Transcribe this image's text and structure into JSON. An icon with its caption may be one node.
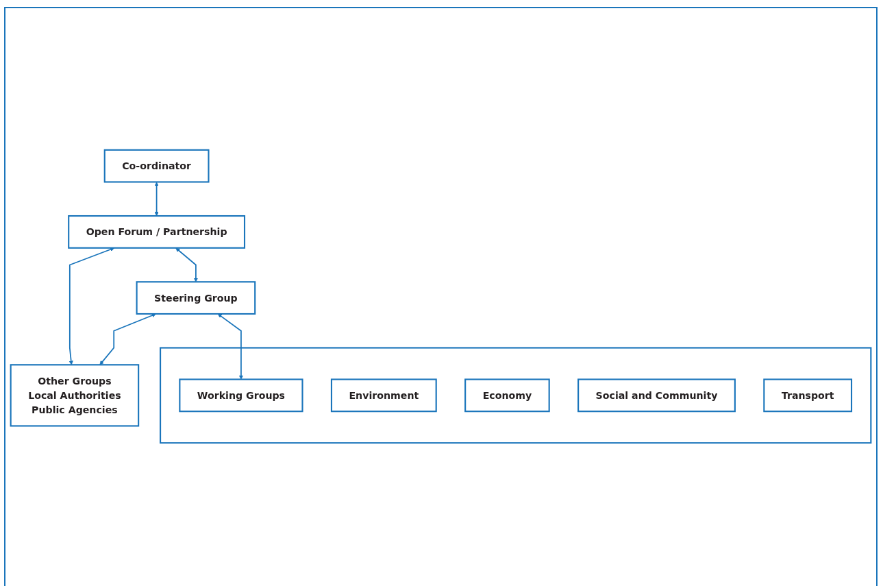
{
  "diagram": {
    "nodes": [
      {
        "text": [
          "Co-ordinator"
        ]
      },
      {
        "text": [
          "Open Forum / Partnership"
        ]
      },
      {
        "text": [
          "Steering Group"
        ]
      },
      {
        "text": [
          "Other Groups",
          "Local Authorities",
          "Public Agencies"
        ]
      },
      {
        "text": [],
        "shape": "box"
      },
      {
        "text": [
          "Working Groups"
        ],
        "in": 4
      },
      {
        "text": [
          "Environment"
        ],
        "in": 4
      },
      {
        "text": [
          "Economy"
        ],
        "in": 4
      },
      {
        "text": [
          "Social and Community"
        ],
        "in": 4
      },
      {
        "text": [
          "Transport"
        ],
        "in": 4
      }
    ],
    "edges": [
      {
        "from": 0,
        "to": 1,
        "arrow": "both"
      },
      {
        "from": 1,
        "to": 3,
        "arrow": "both"
      },
      {
        "from": 1,
        "to": 2,
        "arrow": "both"
      },
      {
        "from": 2,
        "to": 3,
        "arrow": "both"
      },
      {
        "from": 2,
        "to": 5,
        "arrow": "both"
      }
    ]
  }
}
